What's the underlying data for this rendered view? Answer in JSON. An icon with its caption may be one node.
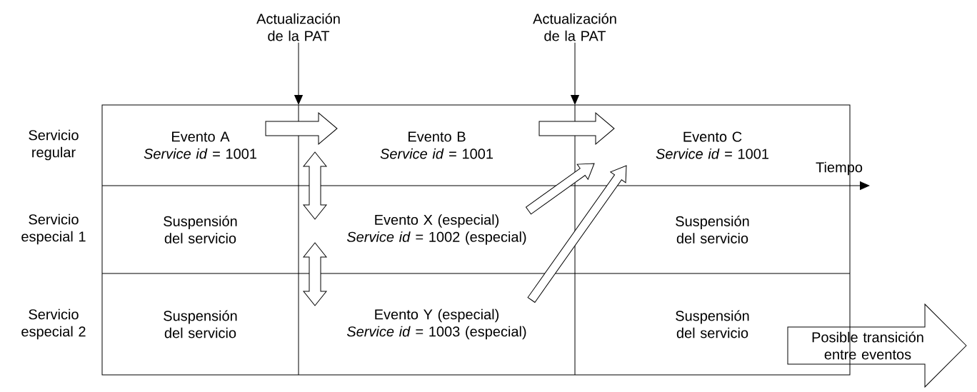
{
  "diagram": {
    "nodes": [
      {
        "text": [
          "Actualización de la PAT"
        ]
      },
      {
        "text": [
          "Actualización de la PAT"
        ]
      },
      {
        "text": [
          "Evento A",
          "*Service id* = 1001"
        ]
      },
      {
        "text": [
          "Evento B",
          "*Service id* = 1001"
        ]
      },
      {
        "text": [
          "Evento C",
          "*Service id* = 1001"
        ]
      },
      {
        "text": [
          "Suspensión del servicio"
        ]
      },
      {
        "text": [
          "Evento X (especial)",
          "*Service id* = 1002 (especial)"
        ]
      },
      {
        "text": [
          "Suspensión del servicio"
        ]
      },
      {
        "text": [
          "Suspensión del servicio"
        ]
      },
      {
        "text": [
          "Evento Y (especial)",
          "*Service id* = 1003 (especial)"
        ]
      },
      {
        "text": [
          "Suspensión del servicio"
        ]
      },
      {
        "text": [
          "Posible transición entre eventos"
        ]
      }
    ],
    "edges": [
      {
        "from": 0,
        "to": null,
        "arrow": "to"
      },
      {
        "from": 1,
        "to": null,
        "arrow": "to"
      },
      {
        "from": 2,
        "to": 3,
        "arrow": "to"
      },
      {
        "from": 3,
        "to": 4,
        "arrow": "to"
      },
      {
        "from": 3,
        "to": 6,
        "arrow": "both"
      },
      {
        "from": 6,
        "to": 9,
        "arrow": "both"
      },
      {
        "from": 6,
        "to": 4,
        "arrow": "to"
      },
      {
        "from": 9,
        "to": 4,
        "arrow": "to"
      }
    ],
    "labels": [
      "Servicio regular",
      "Servicio especial 1",
      "Servicio especial 2",
      "Tiempo"
    ]
  }
}
